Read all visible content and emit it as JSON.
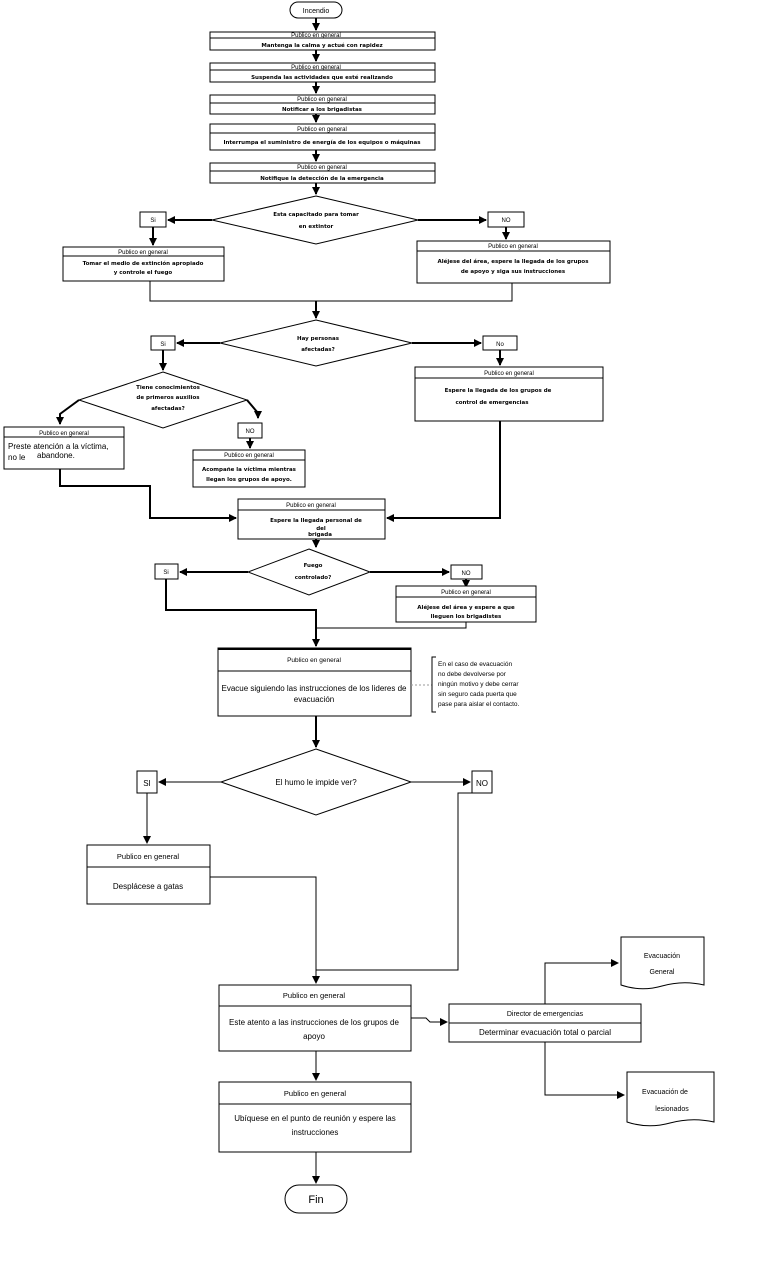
{
  "start": "Incendio",
  "end": "Fin",
  "role": "Publico en general",
  "steps": [
    "Mantenga la calma y actué con rapidez",
    "Suspenda las actividades que esté realizando",
    "Notificar a los brigadistas",
    "Interrumpa el suministro de energía de los equipos o máquinas",
    "Notifique la detección de la emergencia"
  ],
  "yes": "Si",
  "no": "NO",
  "no_alt": "No",
  "si_caps": "SI",
  "d1": {
    "l1": "Esta capacitado para tomar",
    "l2": "en extintor"
  },
  "d1_yes": {
    "l1": "Tomar el medio de extinción apropiado",
    "l2": "y controle el fuego"
  },
  "d1_no": {
    "l1": "Aléjese del área, espere la llegada de los grupos",
    "l2": "de apoyo y siga sus instrucciones"
  },
  "d2": {
    "l1": "Hay personas",
    "l2": "afectadas?"
  },
  "d2_no": {
    "l1": "Espere la llegada de los grupos de",
    "l2": "control de emergencias"
  },
  "d3": {
    "l1": "Tiene conocimientos",
    "l2": "de primeros auxilios",
    "l3": "afectadas?"
  },
  "d3_yes": {
    "l1": "Preste atención a la víctima,",
    "l2a": "no le",
    "l2b": "abandone."
  },
  "d3_no": {
    "l1": "Acompañe la víctima mientras",
    "l2": "llegan los grupos de apoyo."
  },
  "brigade": {
    "l1": "Espere la llegada   personal de",
    "l2": "del",
    "l3": "brigada"
  },
  "d4": {
    "l1": "Fuego",
    "l2": "controlado?"
  },
  "d4_no": {
    "l1": "Aléjese del área y espere a que",
    "l2": "lleguen los brigadistes"
  },
  "evac": {
    "l1": "Evacue siguiendo las instrucciones de los lideres de",
    "l2": "evacuación"
  },
  "note": {
    "l1": "En el caso de evacuación",
    "l2": "no debe devolverse por",
    "l3": "ningún motivo y debe cerrar",
    "l4": "sin seguro cada puerta que",
    "l5": "pase para aislar el contacto."
  },
  "d5": "El humo le impide ver?",
  "crawl": "Desplácese a gatas",
  "attend": {
    "l1": "Este atento a las instrucciones de los grupos de",
    "l2": "apoyo"
  },
  "director": {
    "title": "Director de emergencias",
    "text": "Determinar evacuación total o parcial"
  },
  "doc_general": {
    "l1": "Evacuación",
    "l2": "General"
  },
  "doc_injured": {
    "l1": "Evacuación de",
    "l2": "lesionados"
  },
  "meeting": {
    "l1": "Ubíquese en el punto de reunión y espere las",
    "l2": "instrucciones"
  }
}
